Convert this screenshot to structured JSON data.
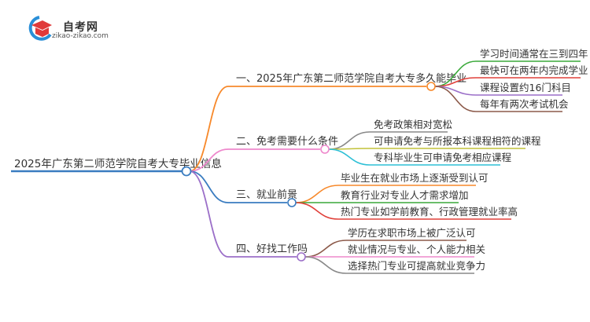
{
  "logo": {
    "title": "自考网",
    "url": "zikao-zikao.com"
  },
  "root": {
    "label": "2025年广东第二师范学院自考大专毕业信息",
    "color": "#3a7cc0"
  },
  "branches": [
    {
      "label": "一、2025年广东第二师范学院自考大专多久能毕业",
      "color": "#f7892b",
      "children": [
        {
          "label": "学习时间通常在三到四年",
          "color": "#3aa93a"
        },
        {
          "label": "最快可在两年内完成学业",
          "color": "#e0403a"
        },
        {
          "label": "课程设置约16门科目",
          "color": "#9b6fc8"
        },
        {
          "label": "每年有两次考试机会",
          "color": "#8c5a4a"
        }
      ]
    },
    {
      "label": "二、免考需要什么条件",
      "color": "#ee88cc",
      "children": [
        {
          "label": "免考政策相对宽松",
          "color": "#888888"
        },
        {
          "label": "可申请免考与所报本科课程相符的课程",
          "color": "#c2c23a"
        },
        {
          "label": "专科毕业生可申请免考相应课程",
          "color": "#2ec0d6"
        }
      ]
    },
    {
      "label": "三、就业前景",
      "color": "#3a7cc0",
      "children": [
        {
          "label": "毕业生在就业市场上逐渐受到认可",
          "color": "#f7892b"
        },
        {
          "label": "教育行业对专业人才需求增加",
          "color": "#3aa93a"
        },
        {
          "label": "热门专业如学前教育、行政管理就业率高",
          "color": "#e0403a"
        }
      ]
    },
    {
      "label": "四、好找工作吗",
      "color": "#9b6fc8",
      "children": [
        {
          "label": "学历在求职市场上被广泛认可",
          "color": "#8c5a4a"
        },
        {
          "label": "就业情况与专业、个人能力相关",
          "color": "#ee88cc"
        },
        {
          "label": "选择热门专业可提高就业竞争力",
          "color": "#888888"
        }
      ]
    }
  ]
}
